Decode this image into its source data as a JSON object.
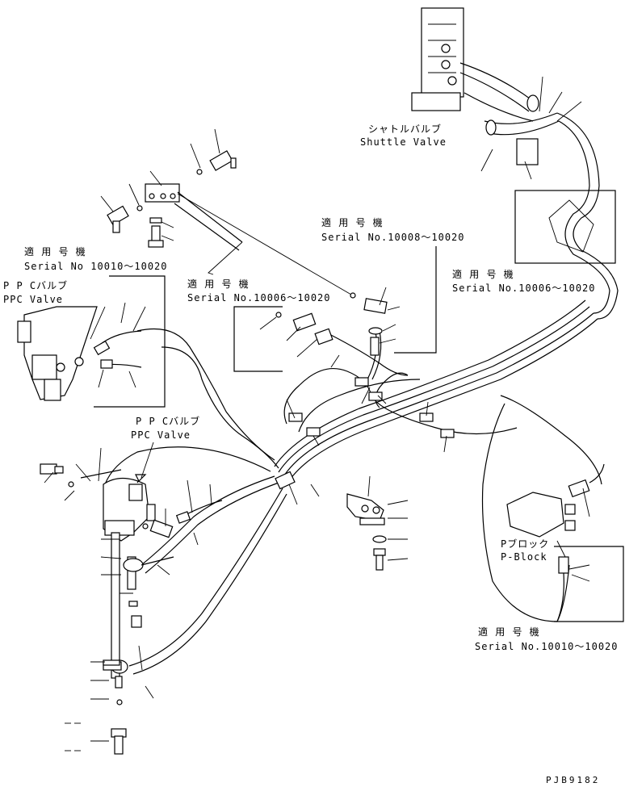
{
  "labels": {
    "shuttle_jp": "シャトルバルブ",
    "shuttle_en": "Shuttle Valve",
    "serial_hdr_1": "適 用 号 機",
    "serial_1": "Serial No.10008～10020",
    "serial_hdr_2": "適 用 号 機",
    "serial_2": "Serial No 10010～10020",
    "serial_hdr_3": "適 用 号 機",
    "serial_3": "Serial No.10006～10020",
    "serial_hdr_4": "適 用 号 機",
    "serial_4": "Serial No.10006～10020",
    "ppc_jp_1": "P P Cバルブ",
    "ppc_en_1": "PPC Valve",
    "ppc_jp_2": "P P Cバルブ",
    "ppc_en_2": "PPC Valve",
    "pblock_jp": "Pブロック",
    "pblock_en": "P-Block",
    "serial_hdr_5": "適 用 号 機",
    "serial_5": "Serial No.10010～10020",
    "drawing_id": "PJB9182"
  }
}
